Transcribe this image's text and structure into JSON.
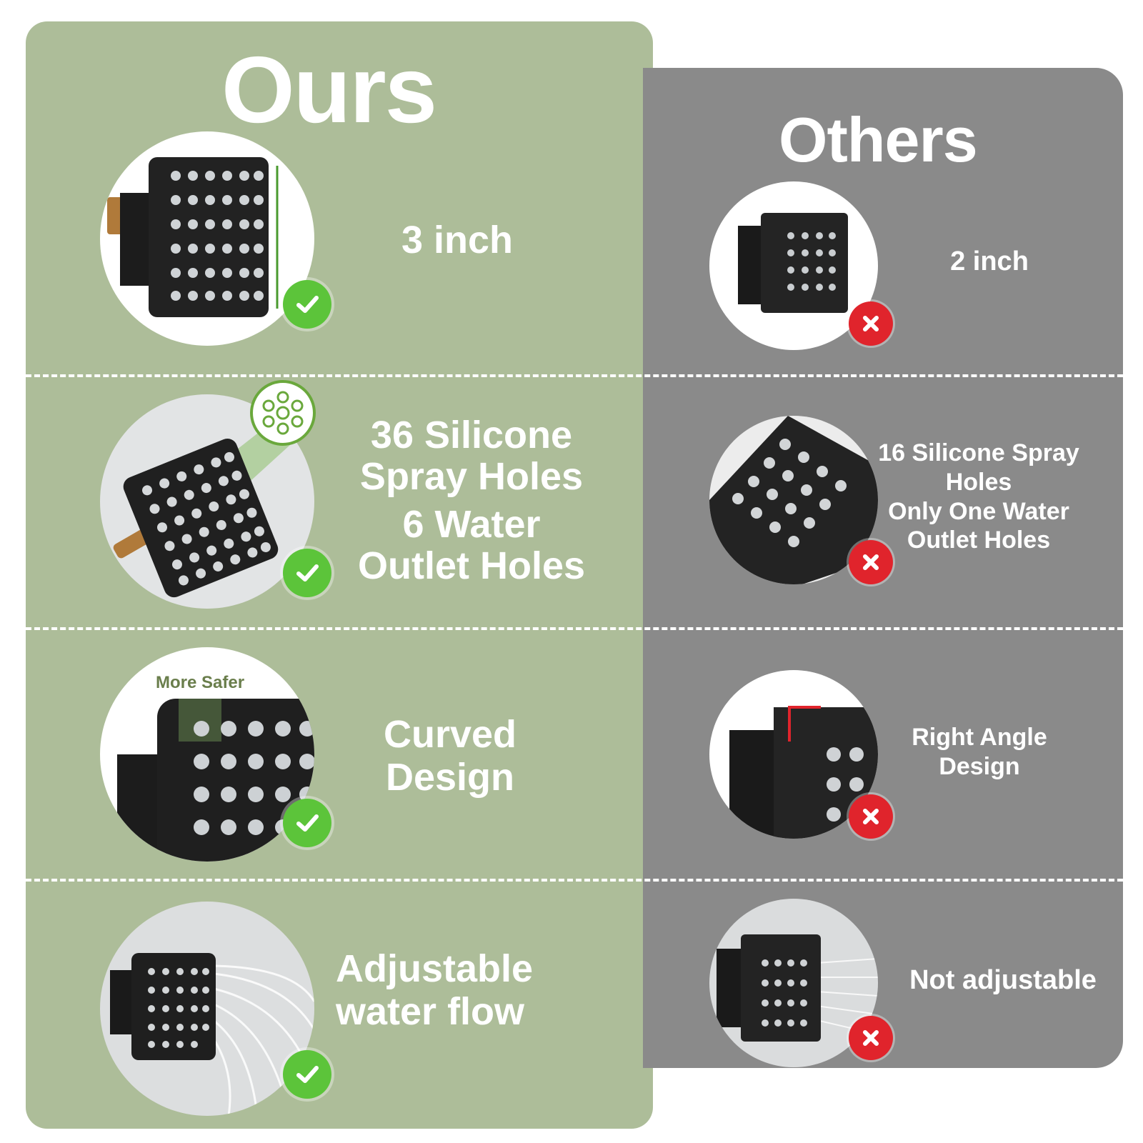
{
  "colors": {
    "ours_panel": "#adbd99",
    "others_panel": "#8a8a8a",
    "check_badge": "#5cc43a",
    "cross_badge": "#e0242c",
    "text": "#ffffff"
  },
  "ours": {
    "title": "Ours",
    "rows": [
      {
        "lines": [
          "3 inch"
        ],
        "icon": "square-shower-head-image"
      },
      {
        "lines": [
          "36 Silicone",
          "Spray Holes",
          "6 Water",
          "Outlet Holes"
        ],
        "icon": "angled-shower-head-image"
      },
      {
        "lines": [
          "Curved",
          "Design"
        ],
        "callout": "More Safer",
        "icon": "curved-edge-closeup-image"
      },
      {
        "lines": [
          "Adjustable",
          "water flow"
        ],
        "icon": "water-spray-image"
      }
    ]
  },
  "others": {
    "title": "Others",
    "rows": [
      {
        "lines": [
          "2 inch"
        ],
        "icon": "small-shower-head-image"
      },
      {
        "lines": [
          "16 Silicone Spray",
          "Holes",
          "Only One Water",
          "Outlet Holes"
        ],
        "icon": "nozzle-closeup-image"
      },
      {
        "lines": [
          "Right Angle",
          "Design"
        ],
        "icon": "right-angle-edge-image"
      },
      {
        "lines": [
          "Not adjustable"
        ],
        "icon": "fixed-spray-image"
      }
    ]
  }
}
